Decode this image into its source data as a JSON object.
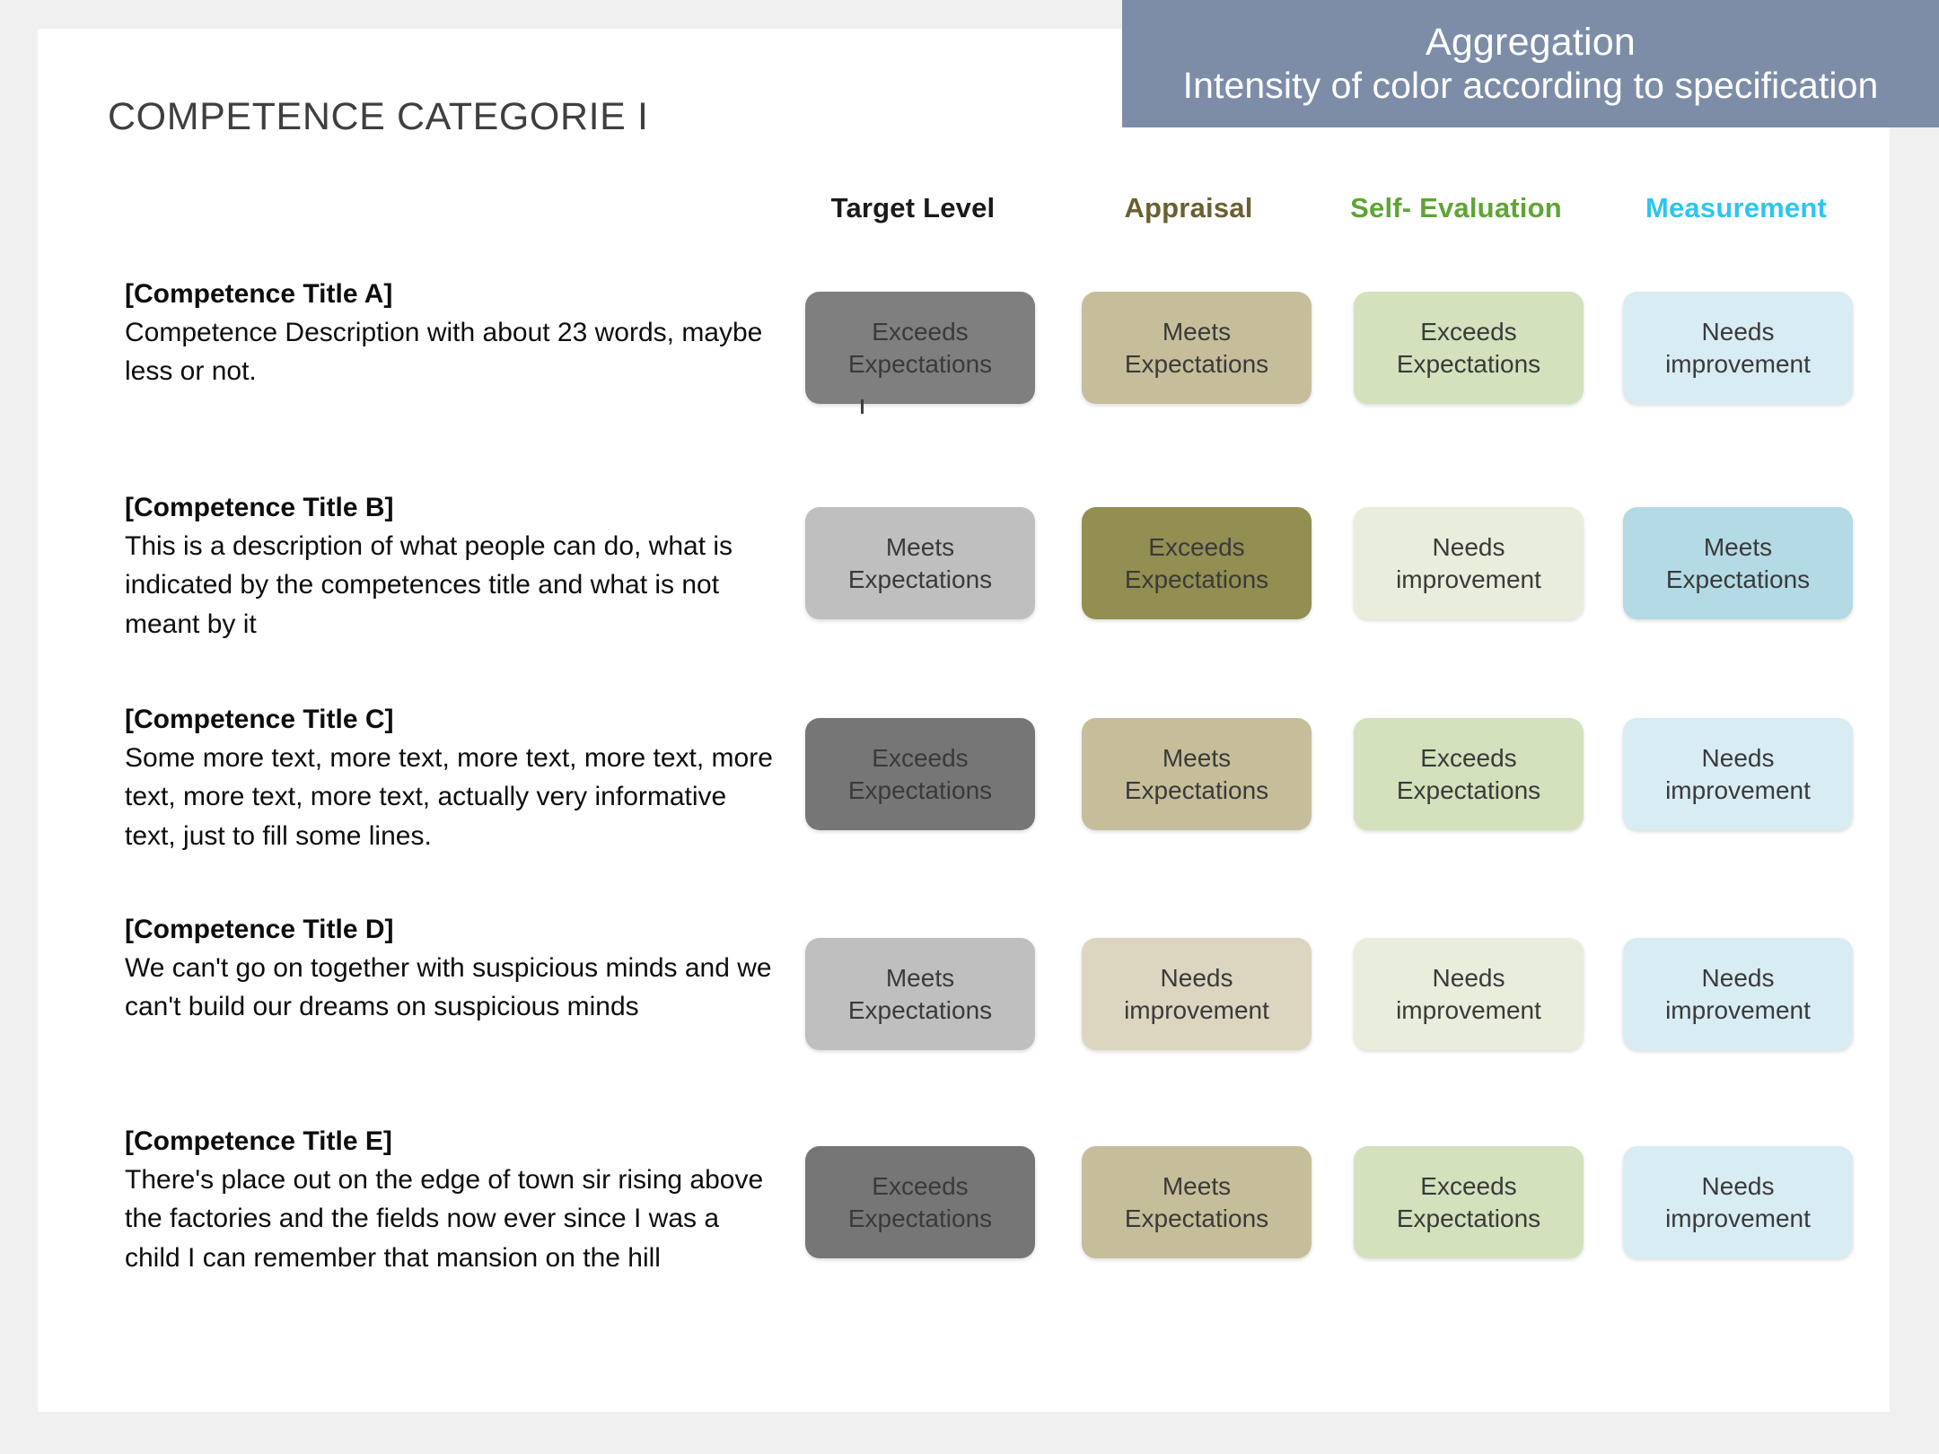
{
  "banner": {
    "title": "Aggregation",
    "subtitle": "Intensity of color according to specification",
    "bg_color": "#7d8da8",
    "text_color": "#ffffff"
  },
  "slide": {
    "title": "COMPETENCE CATEGORIE I",
    "bg_color": "#ffffff",
    "page_bg_color": "#f0f0f0"
  },
  "columns": [
    {
      "label": "Target Level",
      "color": "#1a1a1a"
    },
    {
      "label": "Appraisal",
      "color": "#6b5f31"
    },
    {
      "label": "Self- Evaluation",
      "color": "#5ea533"
    },
    {
      "label": "Measurement",
      "color": "#2ec5ef"
    }
  ],
  "rows": [
    {
      "title": "[Competence Title A]",
      "description": "Competence Description with about 23 words, maybe less or not.",
      "cells": [
        {
          "value": "Exceeds\nExpectations",
          "color": "#7f7f7f"
        },
        {
          "value": "Meets\nExpectations",
          "color": "#c6be9a"
        },
        {
          "value": "Exceeds\nExpectations",
          "color": "#d3e1bc"
        },
        {
          "value": "Needs\nimprovement",
          "color": "#d8ecf4"
        }
      ]
    },
    {
      "title": "[Competence Title B]",
      "description": "This is a description of what people can do, what is indicated by the competences title and what is not meant by it",
      "cells": [
        {
          "value": "Meets\nExpectations",
          "color": "#bfbfbf"
        },
        {
          "value": "Exceeds\nExpectations",
          "color": "#938e52"
        },
        {
          "value": "Needs\nimprovement",
          "color": "#e9eddc"
        },
        {
          "value": "Meets\nExpectations",
          "color": "#b4dae6"
        }
      ]
    },
    {
      "title": "[Competence Title C]",
      "description": "Some more text, more text, more text, more text, more text, more text, more text, actually very informative text, just to fill some lines.",
      "cells": [
        {
          "value": "Exceeds\nExpectations",
          "color": "#767676"
        },
        {
          "value": "Meets\nExpectations",
          "color": "#c6be9a"
        },
        {
          "value": "Exceeds\nExpectations",
          "color": "#d3e1bc"
        },
        {
          "value": "Needs\nimprovement",
          "color": "#d8ecf4"
        }
      ]
    },
    {
      "title": "[Competence Title D]",
      "description": "We can't go on together with suspicious minds and we can't build our dreams on suspicious minds",
      "cells": [
        {
          "value": "Meets\nExpectations",
          "color": "#bfbfbf"
        },
        {
          "value": "Needs\nimprovement",
          "color": "#dcd5c0"
        },
        {
          "value": "Needs\nimprovement",
          "color": "#e9eddc"
        },
        {
          "value": "Needs\nimprovement",
          "color": "#d8ecf4"
        }
      ]
    },
    {
      "title": "[Competence Title E]",
      "description": "There's place out on the edge of town sir  rising above the factories and the fields now ever since I was a child I can remember that mansion on the hill",
      "cells": [
        {
          "value": "Exceeds\nExpectations",
          "color": "#767676"
        },
        {
          "value": "Meets\nExpectations",
          "color": "#c6be9a"
        },
        {
          "value": "Exceeds\nExpectations",
          "color": "#d3e1bc"
        },
        {
          "value": "Needs\nimprovement",
          "color": "#d8ecf4"
        }
      ]
    }
  ]
}
